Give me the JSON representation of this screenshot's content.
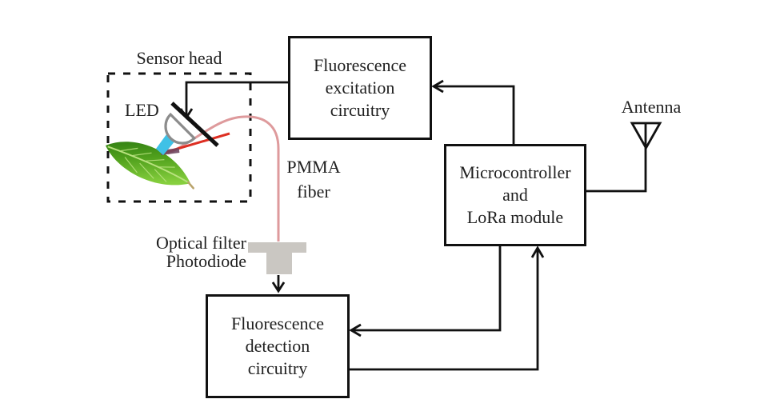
{
  "colors": {
    "background": "#ffffff",
    "line": "#111111",
    "text": "#1f1f1f",
    "fiber": "#de9a9c",
    "beam_cyan": "#3fc1e6",
    "beam_red": "#dd2f23",
    "beam_spot": "#6f4760",
    "led_outline": "#8c8c8c",
    "component_gray": "#cac7c2",
    "leaf_dark": "#2c7a12",
    "leaf_mid": "#4f9f1c",
    "leaf_light": "#86cf3e",
    "leaf_vein": "#b9e27f",
    "leaf_stem": "#b9a36b"
  },
  "blocks": {
    "excitation": {
      "text": "Fluorescence\nexcitation\ncircuitry"
    },
    "microcontroller": {
      "text": "Microcontroller\nand\nLoRa module"
    },
    "detection": {
      "text": "Fluorescence\ndetection\ncircuitry"
    }
  },
  "labels": {
    "sensor_head": "Sensor head",
    "led": "LED",
    "pmma_fiber": "PMMA\nfiber",
    "optical_filter": "Optical filter",
    "photodiode": "Photodiode",
    "antenna": "Antenna"
  },
  "icons": [
    {
      "name": "led-icon",
      "shape": "gray semicircle lens"
    },
    {
      "name": "beam-splitter-icon",
      "shape": "black diagonal line"
    },
    {
      "name": "leaf-image",
      "shape": "green leaf with veins"
    },
    {
      "name": "optical-filter-icon",
      "shape": "gray horizontal bar"
    },
    {
      "name": "photodiode-icon",
      "shape": "gray block"
    },
    {
      "name": "antenna-icon",
      "shape": "inverted triangle on mast"
    }
  ],
  "connections": [
    {
      "from": "Fluorescence excitation circuitry",
      "to": "LED (sensor head)",
      "arrow": true
    },
    {
      "from": "Microcontroller and LoRa module",
      "to": "Fluorescence excitation circuitry",
      "arrow": true
    },
    {
      "from": "Microcontroller and LoRa module",
      "to": "Antenna",
      "arrow": false
    },
    {
      "from": "Microcontroller and LoRa module",
      "to": "Fluorescence detection circuitry",
      "arrow": true
    },
    {
      "from": "Fluorescence detection circuitry",
      "to": "Microcontroller and LoRa module",
      "arrow": true
    },
    {
      "from": "Photodiode",
      "to": "Fluorescence detection circuitry",
      "arrow": true
    },
    {
      "from": "Leaf",
      "to": "Photodiode",
      "via": "PMMA fiber",
      "arrow": false
    }
  ]
}
